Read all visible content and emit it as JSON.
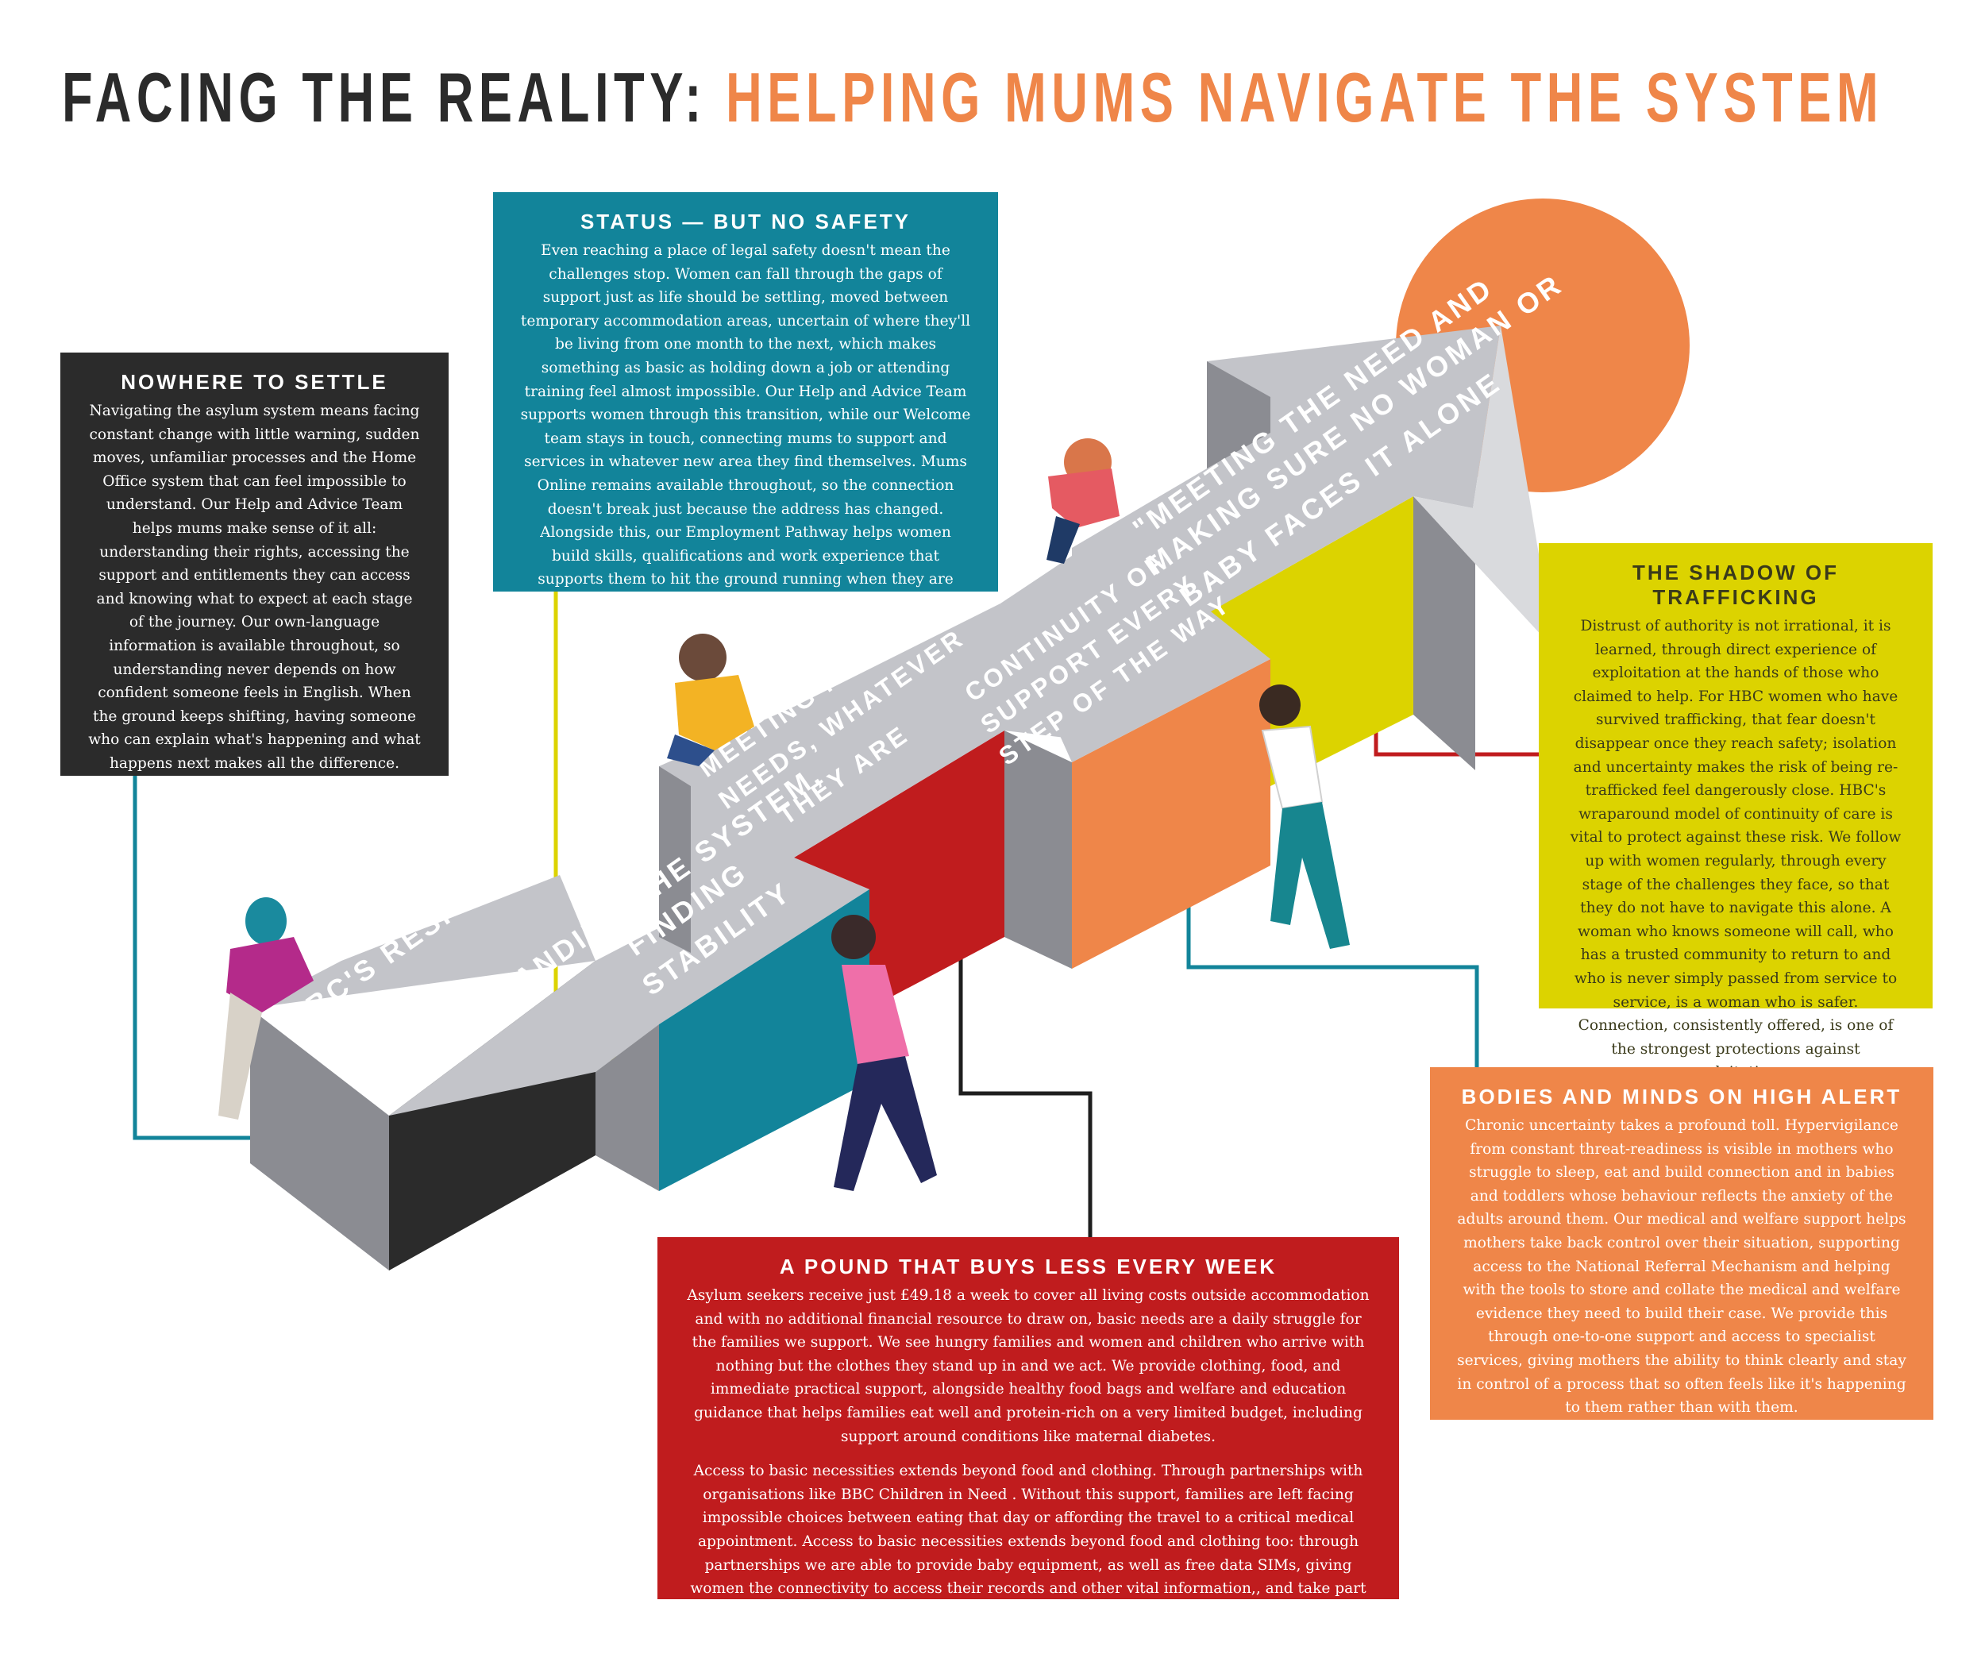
{
  "title": {
    "part1": "FACING THE REALITY:",
    "part2": "HELPING MUMS NAVIGATE THE SYSTEM"
  },
  "stairs": {
    "step1": "HBC'S RESPONSE",
    "step2": "UNDERSTANDING THE SYSTEM,",
    "step3a": "FINDING",
    "step3b": "STABILITY",
    "step4a": "MEETING PRACTICAL",
    "step4b": "NEEDS, WHATEVER",
    "step4c": "THEY ARE",
    "step5a": "CONTINUITY OF",
    "step5b": "SUPPORT EVERY",
    "step5c": "STEP OF THE WAY",
    "arrow_a": "\"MEETING THE NEED AND",
    "arrow_b": "MAKING SURE NO WOMAN OR",
    "arrow_c": "BABY FACES IT ALONE"
  },
  "boxes": {
    "nowhere": {
      "heading": "NOWHERE TO SETTLE",
      "body": "Navigating the asylum system means facing constant change with little warning, sudden moves, unfamiliar processes and the Home Office system that can feel impossible to understand. Our Help and Advice Team helps mums make sense of it all: understanding their rights, accessing the support and entitlements they can access and knowing what to expect at each stage of the journey. Our own-language information is available throughout, so understanding never depends on how confident someone feels in English. When the ground keeps shifting, having someone who can explain what's happening and what happens next makes all the difference."
    },
    "status": {
      "heading": "STATUS — BUT NO SAFETY",
      "body": "Even reaching a place of legal safety doesn't mean the challenges stop. Women can fall through the gaps of support just as life should be settling, moved between temporary accommodation areas, uncertain of where they'll be living from one month to the next, which makes something as basic as holding down a job or attending training feel almost impossible. Our Help and Advice Team supports women through this transition, while our Welcome team stays in touch, connecting mums to support and services in whatever new area they find themselves. Mums Online remains available throughout, so the connection doesn't break just because the address has changed. Alongside this, our Employment Pathway helps women build skills, qualifications and work experience that supports them to hit the ground running when they are legally able to work."
    },
    "trafficking": {
      "heading": "THE SHADOW OF TRAFFICKING",
      "body": "Distrust of authority is not irrational,  it is learned, through direct experience of exploitation at the hands of those who claimed to help. For HBC women who have survived trafficking, that fear doesn't disappear once they reach safety; isolation and uncertainty  makes the risk of being re-trafficked feel dangerously close. HBC's wraparound model of continuity of care is vital to protect against these risk. We follow up with women regularly, through every stage of the challenges they face, so that they do not have  to navigate this alone. A woman who knows someone will call, who has a trusted community to return to and who is never simply passed from service to service, is a woman who is safer. Connection, consistently offered, is one of the strongest protections against exploitation."
    },
    "bodies": {
      "heading": "BODIES AND MINDS ON HIGH ALERT",
      "body": "Chronic uncertainty takes a profound toll. Hypervigilance from constant threat-readiness is visible in mothers who struggle to sleep, eat and build connection and in babies and toddlers whose behaviour reflects the anxiety of the adults around them. Our medical and welfare support helps mothers take back control over their situation,  supporting access to the National Referral Mechanism and helping with the tools to store and collate the medical and welfare evidence they need to build their case. We provide this through one-to-one support and access to specialist services, giving mothers the ability to think clearly and stay in control of a process that so often feels like it's happening to them rather than with them."
    },
    "pound": {
      "heading": "A POUND THAT BUYS LESS EVERY WEEK",
      "body1": "Asylum seekers receive just £49.18 a week to cover all living costs outside accommodation and with no additional financial resource to draw on, basic needs are a daily struggle for the families we support. We see hungry families and women and children who arrive with nothing but the clothes they stand up in and we act. We provide clothing, food, and immediate practical support, alongside healthy food bags and welfare and education guidance that helps families eat well and protein-rich on a very limited budget, including support around conditions like maternal diabetes.",
      "body2": "Access to basic necessities extends beyond food and clothing. Through partnerships with organisations like BBC Children in Need . Without this support, families are left facing impossible choices between eating that day or affording the travel to a critical medical appointment. Access to basic necessities extends beyond food and clothing too: through partnerships we are able to provide baby equipment, as well as free data  SIMs, giving women the connectivity to access their records and other vital information,, and take part in English lessons."
    }
  },
  "colors": {
    "dark": "#2b2b2b",
    "teal": "#12849a",
    "yellow": "#dcd300",
    "orange": "#ef8649",
    "red": "#c01c1e",
    "stair_top": "#c3c4c9",
    "stair_side": "#8b8c92"
  }
}
